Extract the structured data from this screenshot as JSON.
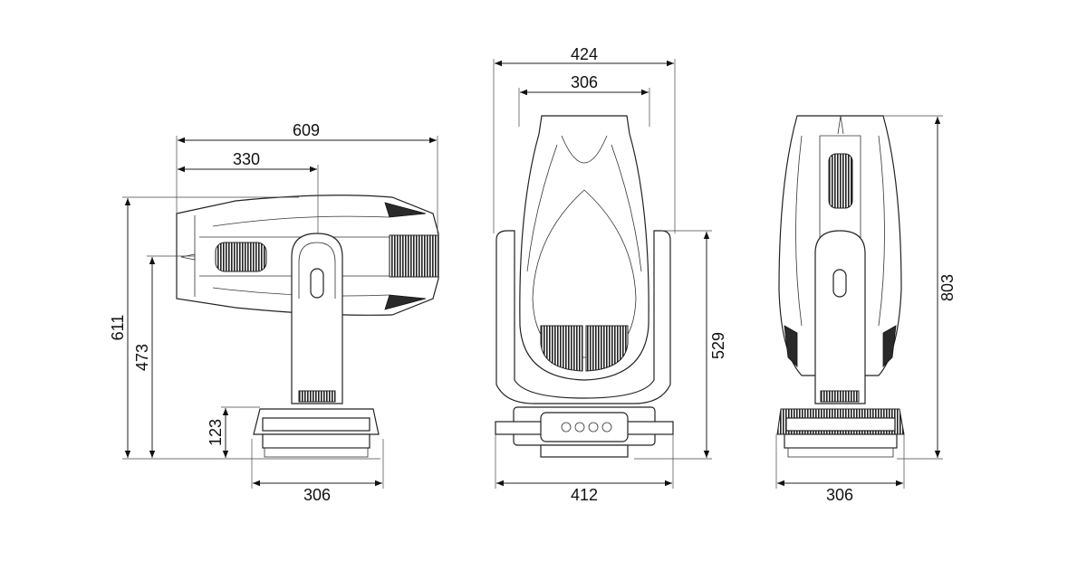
{
  "side_view": {
    "width_total": "609",
    "width_to_pivot": "330",
    "height_total": "611",
    "height_to_pivot": "473",
    "base_height": "123",
    "base_width": "306"
  },
  "front_view": {
    "width_total": "424",
    "head_width": "306",
    "yoke_height": "529",
    "base_width": "412"
  },
  "rear_view": {
    "height_total": "803",
    "base_width": "306"
  }
}
